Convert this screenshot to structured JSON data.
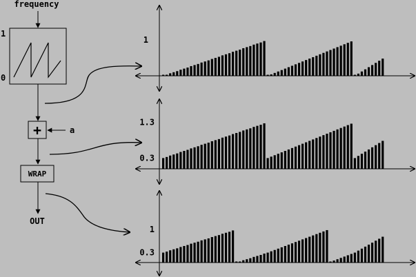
{
  "diagram": {
    "input_label": "frequency",
    "oscillator": {
      "label_max": "1",
      "label_min": "0"
    },
    "adder": {
      "symbol": "+",
      "input_label": "a"
    },
    "wrap": {
      "label": "WRAP"
    },
    "output_label": "OUT"
  },
  "chart_data": [
    {
      "type": "bar",
      "name": "oscillator-output",
      "y_tick_labels": [
        "1"
      ],
      "values": [
        0.0,
        0.03,
        0.07,
        0.1,
        0.13,
        0.17,
        0.2,
        0.23,
        0.27,
        0.3,
        0.33,
        0.37,
        0.4,
        0.43,
        0.47,
        0.5,
        0.53,
        0.57,
        0.6,
        0.63,
        0.67,
        0.7,
        0.73,
        0.77,
        0.8,
        0.83,
        0.87,
        0.9,
        0.93,
        0.97,
        0.0,
        0.04,
        0.08,
        0.12,
        0.16,
        0.2,
        0.24,
        0.28,
        0.32,
        0.36,
        0.4,
        0.44,
        0.48,
        0.52,
        0.56,
        0.6,
        0.64,
        0.68,
        0.72,
        0.76,
        0.8,
        0.84,
        0.88,
        0.92,
        0.96,
        0.0,
        0.06,
        0.12,
        0.18,
        0.24,
        0.3,
        0.36,
        0.42,
        0.48
      ]
    },
    {
      "type": "bar",
      "name": "after-adding-a",
      "y_tick_labels": [
        "1.3",
        "0.3"
      ],
      "values": [
        0.3,
        0.33,
        0.37,
        0.4,
        0.43,
        0.47,
        0.5,
        0.53,
        0.57,
        0.6,
        0.63,
        0.67,
        0.7,
        0.73,
        0.77,
        0.8,
        0.83,
        0.87,
        0.9,
        0.93,
        0.97,
        1.0,
        1.03,
        1.07,
        1.1,
        1.13,
        1.17,
        1.2,
        1.23,
        1.27,
        0.3,
        0.34,
        0.38,
        0.42,
        0.46,
        0.5,
        0.54,
        0.58,
        0.62,
        0.66,
        0.7,
        0.74,
        0.78,
        0.82,
        0.86,
        0.9,
        0.94,
        0.98,
        1.02,
        1.06,
        1.1,
        1.14,
        1.18,
        1.22,
        1.26,
        0.3,
        0.36,
        0.42,
        0.48,
        0.54,
        0.6,
        0.66,
        0.72,
        0.78
      ]
    },
    {
      "type": "bar",
      "name": "after-wrap",
      "y_tick_labels": [
        "1",
        "0.3"
      ],
      "values": [
        0.3,
        0.33,
        0.37,
        0.4,
        0.43,
        0.47,
        0.5,
        0.53,
        0.57,
        0.6,
        0.63,
        0.67,
        0.7,
        0.73,
        0.77,
        0.8,
        0.83,
        0.87,
        0.9,
        0.93,
        0.97,
        0.0,
        0.03,
        0.07,
        0.1,
        0.13,
        0.17,
        0.2,
        0.23,
        0.27,
        0.3,
        0.34,
        0.38,
        0.42,
        0.46,
        0.5,
        0.54,
        0.58,
        0.62,
        0.66,
        0.7,
        0.74,
        0.78,
        0.82,
        0.86,
        0.9,
        0.94,
        0.98,
        0.02,
        0.06,
        0.1,
        0.14,
        0.18,
        0.22,
        0.26,
        0.3,
        0.36,
        0.42,
        0.48,
        0.54,
        0.6,
        0.66,
        0.72,
        0.78
      ]
    }
  ]
}
